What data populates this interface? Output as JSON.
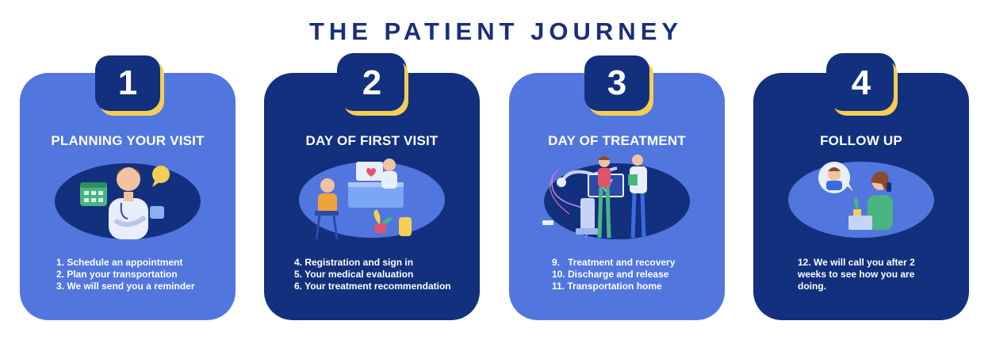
{
  "title": "THE PATIENT JOURNEY",
  "cards": [
    {
      "number": "1",
      "title": "PLANNING YOUR VISIT",
      "steps": [
        "1. Schedule an appointment",
        "2. Plan your transportation",
        "3. We will send you a reminder"
      ]
    },
    {
      "number": "2",
      "title": "DAY OF FIRST VISIT",
      "steps": [
        "4. Registration and sign in",
        "5. Your medical evaluation",
        "6. Your treatment recommendation"
      ]
    },
    {
      "number": "3",
      "title": "DAY OF TREATMENT",
      "steps": [
        "9.   Treatment and recovery",
        "10. Discharge and release",
        "11. Transportation home"
      ]
    },
    {
      "number": "4",
      "title": "FOLLOW UP",
      "steps": [
        "12. We will call you after 2 weeks to see how you are doing."
      ]
    }
  ],
  "colors": {
    "navy": "#13307f",
    "blue": "#5176de",
    "accent_yellow": "#f4cf53",
    "title": "#1a2f7a"
  }
}
